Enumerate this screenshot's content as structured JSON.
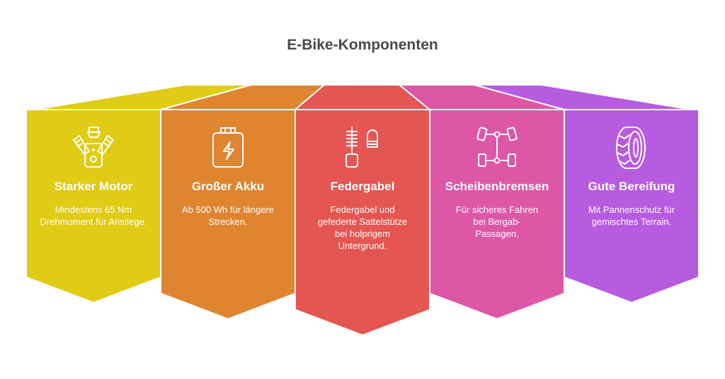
{
  "title": "E-Bike-Komponenten",
  "panels": [
    {
      "heading": "Starker Motor",
      "text": "Mindestens 65 Nm Drehmoment für Anstiege.",
      "icon": "engine-icon",
      "color": "#E0CB15"
    },
    {
      "heading": "Großer Akku",
      "text": "Ab 500 Wh für längere Strecken.",
      "icon": "battery-icon",
      "color": "#DF8530"
    },
    {
      "heading": "Federgabel",
      "text": "Federgabel und gefederte Sattelstütze bei holprigem Untergrund.",
      "icon": "suspension-icon",
      "color": "#E55552"
    },
    {
      "heading": "Scheibenbremsen",
      "text": "Für sicheres Fahren bei Bergab-Passagen.",
      "icon": "axle-icon",
      "color": "#DE57A6"
    },
    {
      "heading": "Gute Bereifung",
      "text": "Mit Pannenschutz für gemischtes Terrain.",
      "icon": "tire-icon",
      "color": "#B75BE0"
    }
  ]
}
